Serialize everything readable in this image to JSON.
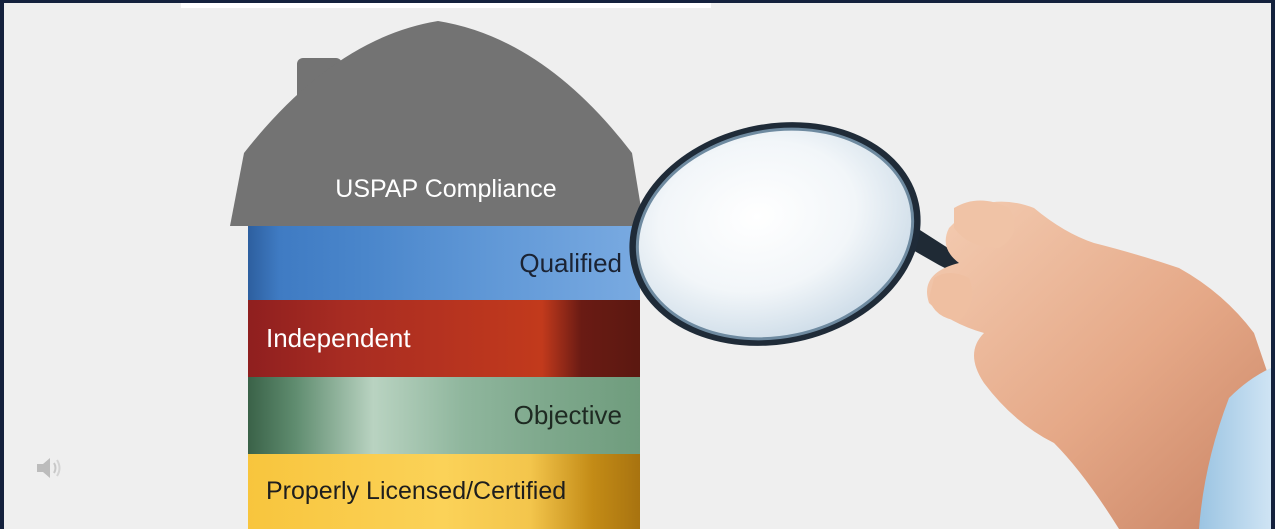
{
  "slide": {
    "roof_title": "USPAP Compliance",
    "bands": [
      {
        "label": "Qualified",
        "align": "right",
        "color": "#4a86cb"
      },
      {
        "label": "Independent",
        "align": "left",
        "color": "#b8341f"
      },
      {
        "label": "Objective",
        "align": "right",
        "color": "#7fa98d"
      },
      {
        "label": "Properly Licensed/Certified",
        "align": "left",
        "color": "#fbd258"
      }
    ]
  },
  "icons": {
    "speaker": "speaker-icon",
    "magnifier": "magnifying-glass-icon",
    "house": "house-icon"
  },
  "colors": {
    "frame": "#14213d",
    "roof": "#737373",
    "background": "#efefef"
  }
}
